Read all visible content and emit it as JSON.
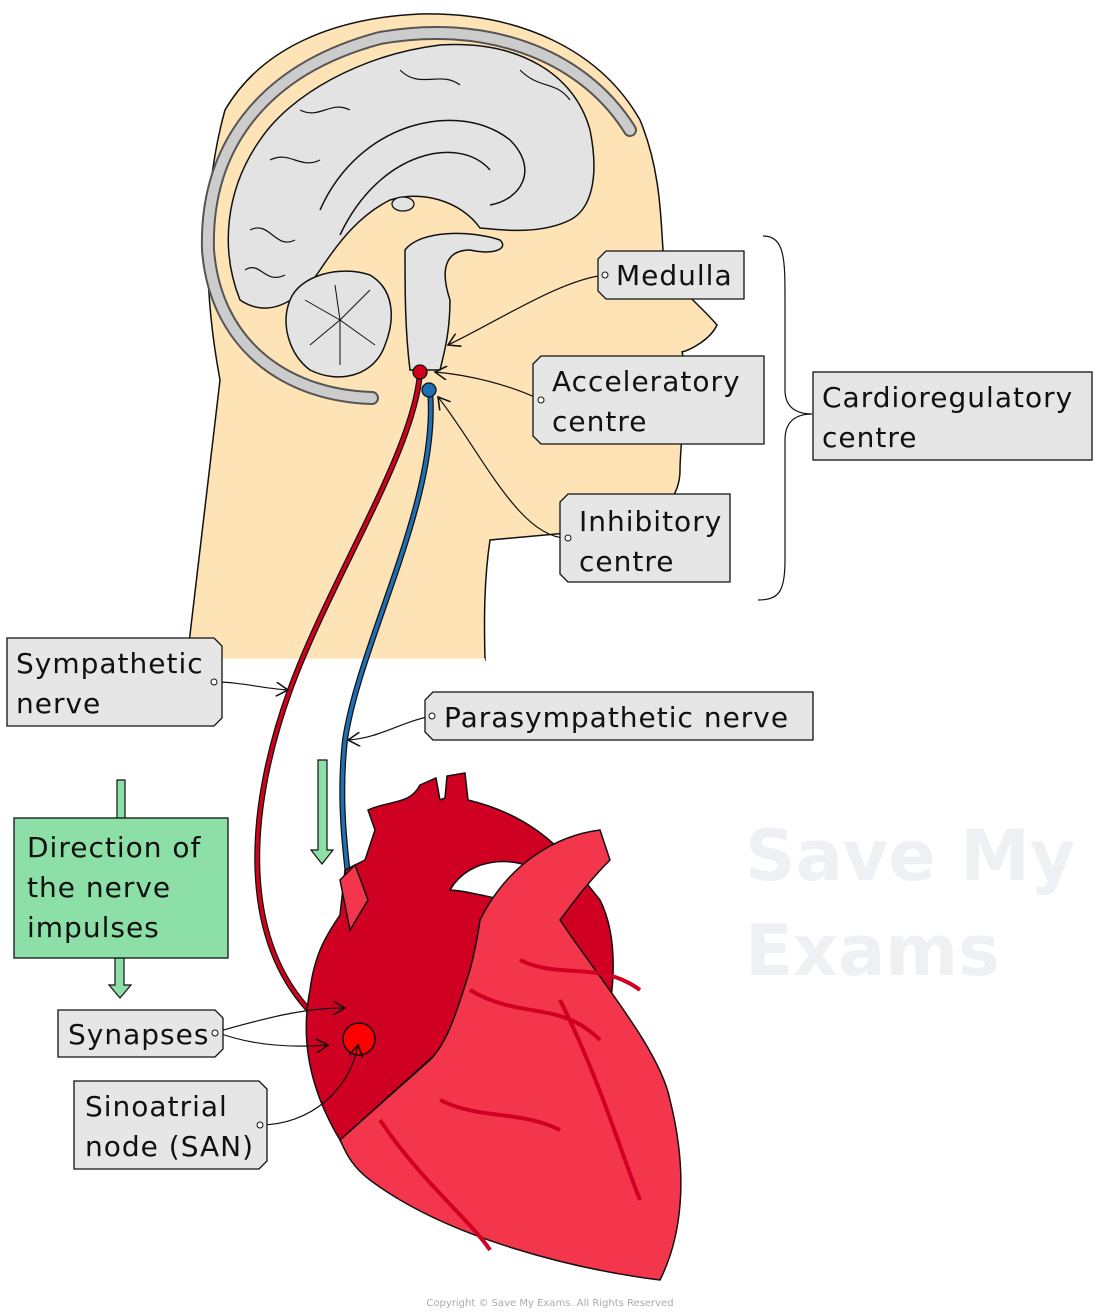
{
  "labels": {
    "medulla": "Medulla",
    "acceleratory": [
      "Acceleratory",
      "centre"
    ],
    "inhibitory": [
      "Inhibitory",
      "centre"
    ],
    "cardioregulatory": [
      "Cardioregulatory",
      "centre"
    ],
    "sympathetic": [
      "Sympathetic",
      "nerve"
    ],
    "parasympathetic": "Parasympathetic  nerve",
    "direction": [
      "Direction of",
      "the nerve",
      "impulses"
    ],
    "synapses": "Synapses",
    "san": [
      "Sinoatrial",
      "node (SAN)"
    ]
  },
  "watermark": [
    "Save My",
    "Exams"
  ],
  "copyright": "Copyright © Save My Exams. All Rights Reserved",
  "colors": {
    "skin": "#fde3b5",
    "brain": "#e3e3e3",
    "sympathetic_nerve": "#d0021b",
    "parasympathetic_nerve": "#1f6fb5",
    "heart_dark": "#cf0022",
    "heart_light": "#f4364c",
    "san": "#ff0000",
    "label_box": "#e6e6e6",
    "direction_box": "#8ddfa8"
  }
}
